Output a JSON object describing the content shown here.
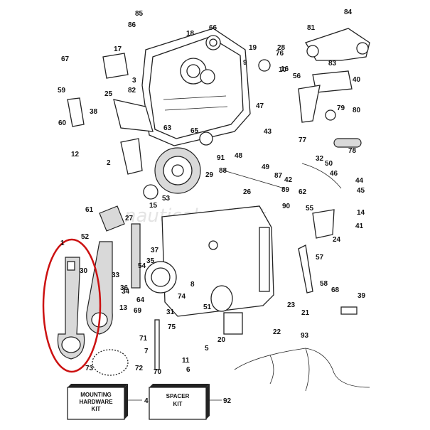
{
  "watermark": "nauticabasile.it",
  "kits": [
    {
      "line1": "MOUNTING",
      "line2": "HARDWARE",
      "line3": "KIT",
      "ref": "4"
    },
    {
      "line1": "SPACER",
      "line2": "KIT",
      "line3": "",
      "ref": "92"
    }
  ],
  "highlight_color": "#cc1111",
  "callouts": [
    "1",
    "2",
    "3",
    "4",
    "5",
    "6",
    "7",
    "8",
    "9",
    "10",
    "11",
    "12",
    "13",
    "14",
    "15",
    "16",
    "17",
    "18",
    "19",
    "20",
    "21",
    "22",
    "23",
    "24",
    "25",
    "26",
    "27",
    "28",
    "29",
    "30",
    "31",
    "32",
    "33",
    "34",
    "35",
    "36",
    "37",
    "38",
    "39",
    "40",
    "41",
    "42",
    "43",
    "44",
    "45",
    "46",
    "47",
    "48",
    "49",
    "50",
    "51",
    "52",
    "53",
    "54",
    "55",
    "56",
    "57",
    "58",
    "59",
    "60",
    "61",
    "62",
    "63",
    "64",
    "65",
    "66",
    "67",
    "68",
    "69",
    "70",
    "71",
    "72",
    "73",
    "74",
    "75",
    "76",
    "77",
    "78",
    "79",
    "80",
    "81",
    "82",
    "83",
    "84",
    "85",
    "86",
    "87",
    "88",
    "89",
    "90",
    "91",
    "92",
    "93"
  ]
}
